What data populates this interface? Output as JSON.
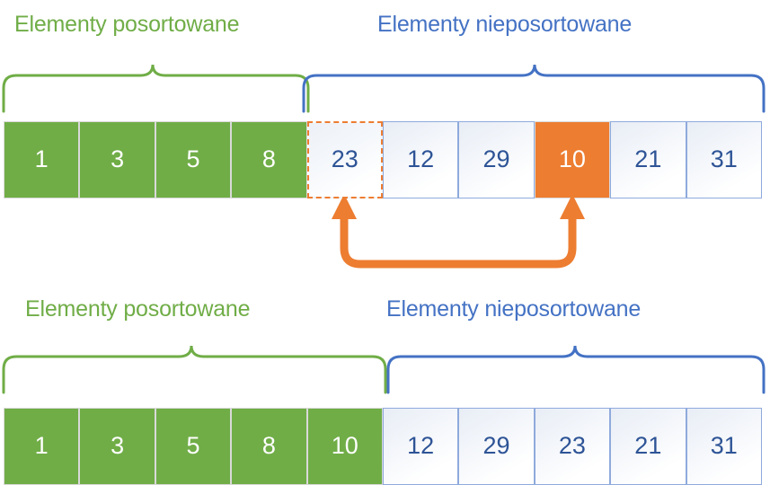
{
  "diagram": {
    "title_semantics": "insertion-sort-step-illustration",
    "colors": {
      "sorted_green": "#70AD47",
      "unsorted_blue": "#4472C4",
      "highlight_orange": "#ED7D31",
      "cell_border_blue": "#8FAADC",
      "cell_border_gray": "#D9D9D9",
      "blue_text": "#2E5496",
      "background": "#FFFFFF"
    },
    "rows": [
      {
        "id": "row-1",
        "labels": {
          "sorted": "Elementy posortowane",
          "unsorted": "Elementy nieposortowane"
        },
        "cells": [
          {
            "value": "1",
            "state": "green"
          },
          {
            "value": "3",
            "state": "green"
          },
          {
            "value": "5",
            "state": "green"
          },
          {
            "value": "8",
            "state": "green"
          },
          {
            "value": "23",
            "state": "dashed"
          },
          {
            "value": "12",
            "state": "blue"
          },
          {
            "value": "29",
            "state": "blue"
          },
          {
            "value": "10",
            "state": "orange"
          },
          {
            "value": "21",
            "state": "blue"
          },
          {
            "value": "31",
            "state": "blue"
          }
        ],
        "sorted_count": 4,
        "swap_arrow": {
          "from_index": 7,
          "to_index": 4,
          "color": "#ED7D31",
          "style": "double-headed-u-connector"
        }
      },
      {
        "id": "row-2",
        "labels": {
          "sorted": "Elementy posortowane",
          "unsorted": "Elementy nieposortowane"
        },
        "cells": [
          {
            "value": "1",
            "state": "green"
          },
          {
            "value": "3",
            "state": "green"
          },
          {
            "value": "5",
            "state": "green"
          },
          {
            "value": "8",
            "state": "green"
          },
          {
            "value": "10",
            "state": "green"
          },
          {
            "value": "12",
            "state": "blue"
          },
          {
            "value": "29",
            "state": "blue"
          },
          {
            "value": "23",
            "state": "blue"
          },
          {
            "value": "21",
            "state": "blue"
          },
          {
            "value": "31",
            "state": "blue"
          }
        ],
        "sorted_count": 5,
        "swap_arrow": null
      }
    ]
  }
}
